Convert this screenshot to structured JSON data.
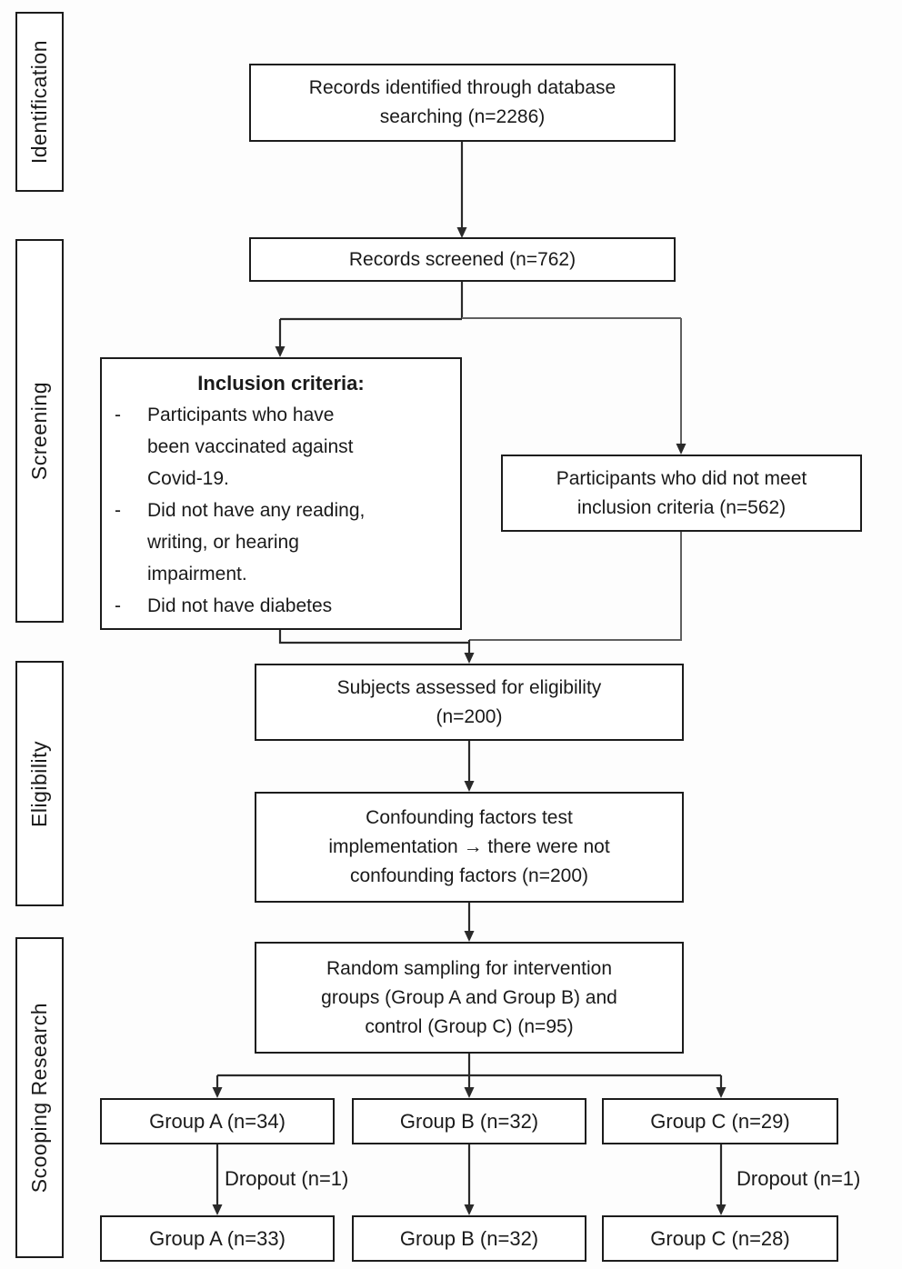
{
  "palette": {
    "line": "#2a2a2a",
    "line_secondary": "#5f5f5f",
    "box_border": "#1c1c1c",
    "background": "#ffffff",
    "text": "#1a1a1a"
  },
  "stages": [
    {
      "label": "Identification"
    },
    {
      "label": "Screening"
    },
    {
      "label": "Eligibility"
    },
    {
      "label": "Scooping Research"
    }
  ],
  "flow": {
    "records_identified": {
      "lines": [
        "Records identified through database",
        "searching (n=2286)"
      ],
      "n": 2286
    },
    "records_screened": {
      "label": "Records screened (n=762)",
      "n": 762
    },
    "inclusion": {
      "title": "Inclusion criteria:",
      "bullet": "-",
      "items": [
        {
          "lines": [
            "Participants who have",
            "been vaccinated against",
            "Covid-19."
          ]
        },
        {
          "lines": [
            "Did not have any reading,",
            "writing, or hearing",
            "impairment."
          ]
        },
        {
          "lines": [
            "Did not have diabetes"
          ]
        }
      ]
    },
    "not_meeting": {
      "lines": [
        "Participants who did not meet",
        "inclusion criteria (n=562)"
      ],
      "n": 562
    },
    "subjects_assessed": {
      "lines": [
        "Subjects assessed for eligibility",
        "(n=200)"
      ],
      "n": 200
    },
    "confounding": {
      "lines": [
        "Confounding factors test",
        "implementation → there were not",
        "confounding factors (n=200)"
      ],
      "n": 200
    },
    "random_sampling": {
      "lines": [
        "Random sampling for intervention",
        "groups (Group A and Group B) and",
        "control (Group C) (n=95)"
      ],
      "n": 95
    },
    "groups_initial": [
      {
        "label": "Group A (n=34)",
        "n": 34
      },
      {
        "label": "Group B (n=32)",
        "n": 32
      },
      {
        "label": "Group C (n=29)",
        "n": 29
      }
    ],
    "dropouts": [
      {
        "label": "Dropout (n=1)",
        "n": 1
      },
      {
        "label": "Dropout (n=1)",
        "n": 1
      }
    ],
    "groups_final": [
      {
        "label": "Group A (n=33)",
        "n": 33
      },
      {
        "label": "Group B (n=32)",
        "n": 32
      },
      {
        "label": "Group C (n=28)",
        "n": 28
      }
    ]
  }
}
